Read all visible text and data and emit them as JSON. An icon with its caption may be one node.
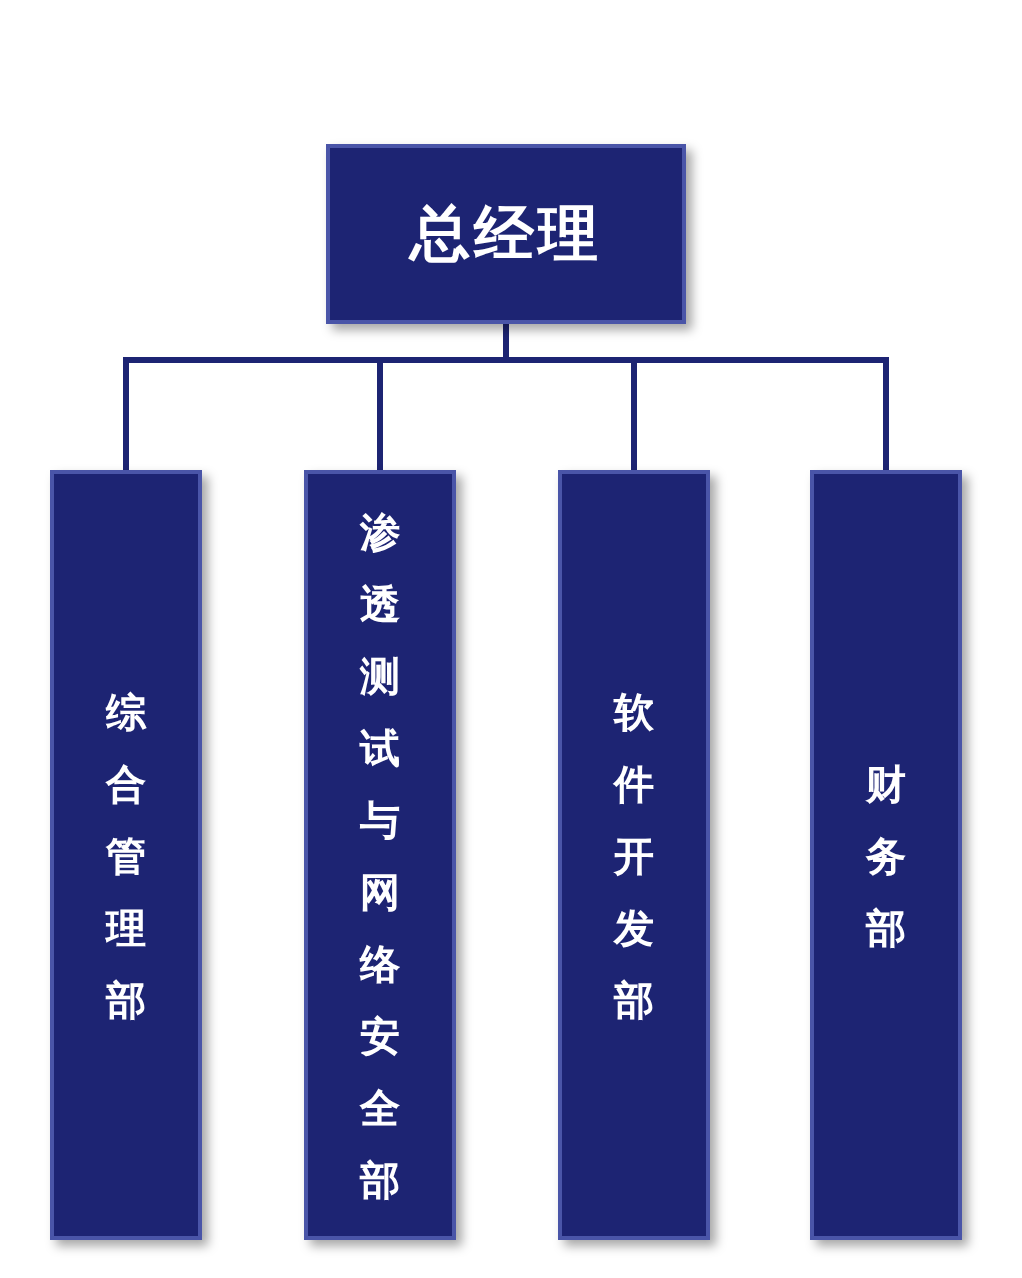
{
  "diagram": {
    "nodes": [
      {
        "text": [
          "总经理"
        ]
      },
      {
        "text": [
          "综合管理部"
        ]
      },
      {
        "text": [
          "渗透测试与网络安全部"
        ]
      },
      {
        "text": [
          "软件开发部"
        ]
      },
      {
        "text": [
          "财务部"
        ]
      }
    ],
    "edges": [
      {
        "from": 0,
        "to": 1,
        "arrow": "none"
      },
      {
        "from": 0,
        "to": 2,
        "arrow": "none"
      },
      {
        "from": 0,
        "to": 3,
        "arrow": "none"
      },
      {
        "from": 0,
        "to": 4,
        "arrow": "none"
      }
    ]
  }
}
